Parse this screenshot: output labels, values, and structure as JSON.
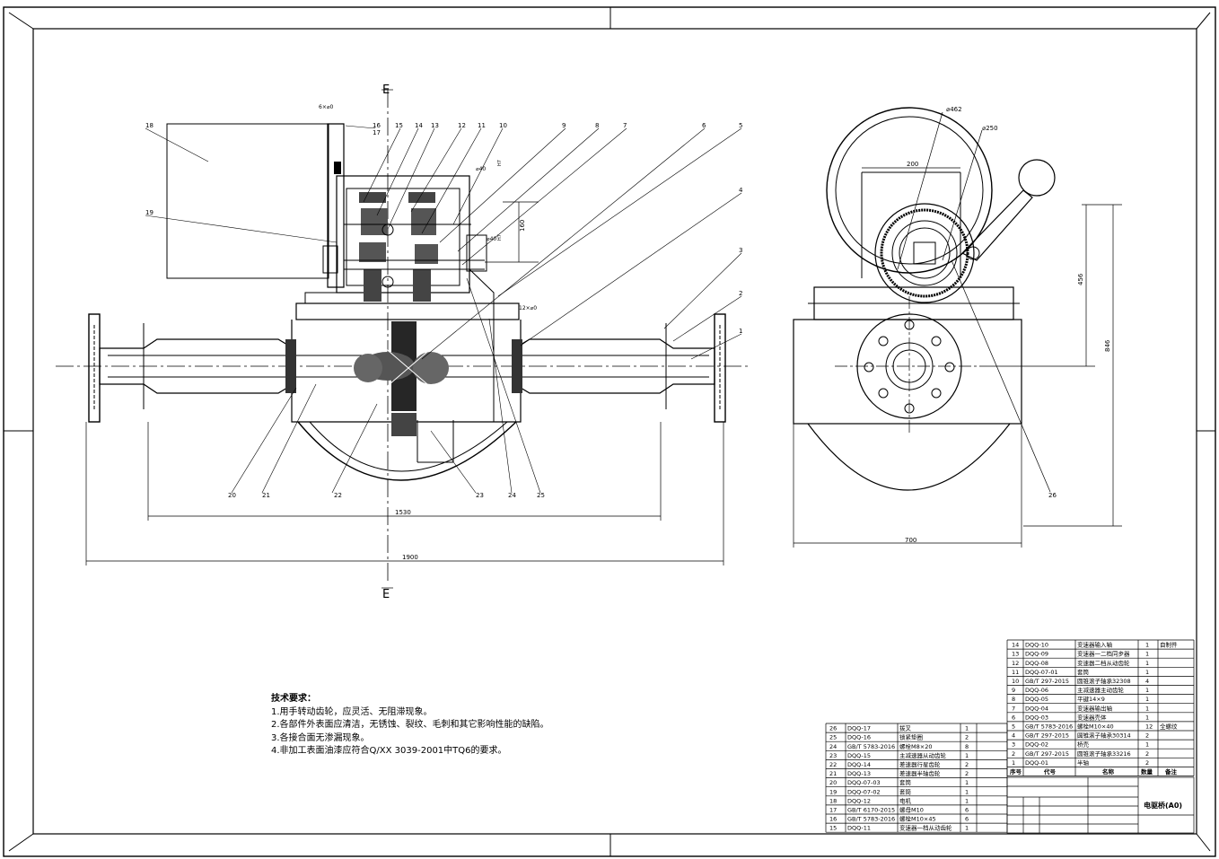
{
  "section_label": "E",
  "dimensions": {
    "overall_length": "1900",
    "axle_length": "1530",
    "width": "700",
    "height_total": "846",
    "height_axis": "456",
    "dia_drum_outer": "⌀462",
    "dia_drum_inner": "⌀250",
    "drum_width": "200",
    "shaft_spacing": "160",
    "dia_40_top": "⌀40",
    "dia_40_mid": "⌀40",
    "chamfer_top": "6×⌀0",
    "chamfer_mid": "12×⌀0",
    "fit_a": "H7",
    "fit_b": "H7"
  },
  "balloons_front": [
    "1",
    "2",
    "3",
    "4",
    "5",
    "6",
    "7",
    "8",
    "9",
    "10",
    "11",
    "12",
    "13",
    "14",
    "15",
    "16",
    "17",
    "18",
    "19",
    "20",
    "21",
    "22",
    "23",
    "24",
    "25"
  ],
  "balloons_side": [
    "26"
  ],
  "tech_notes": {
    "title": "技术要求：",
    "items": [
      "1.用手转动齿轮，应灵活、无阻滞现象。",
      "2.各部件外表面应清洁，无锈蚀、裂纹、毛刺和其它影响性能的缺陷。",
      "3.各接合面无渗漏现象。",
      "4.非加工表面油漆应符合Q/XX 3039-2001中TQ6的要求。"
    ]
  },
  "bom_right": [
    {
      "no": "14",
      "code": "DQQ-10",
      "name": "变速器输入轴",
      "qty": "1",
      "note": "自制件"
    },
    {
      "no": "13",
      "code": "DQQ-09",
      "name": "变速器一二档同步器",
      "qty": "1",
      "note": ""
    },
    {
      "no": "12",
      "code": "DQQ-08",
      "name": "变速器二档从动齿轮",
      "qty": "1",
      "note": ""
    },
    {
      "no": "11",
      "code": "DQQ-07-01",
      "name": "套筒",
      "qty": "1",
      "note": ""
    },
    {
      "no": "10",
      "code": "GB/T 297-2015",
      "name": "圆锥滚子轴承32308",
      "qty": "4",
      "note": ""
    },
    {
      "no": "9",
      "code": "DQQ-06",
      "name": "主减速器主动齿轮",
      "qty": "1",
      "note": ""
    },
    {
      "no": "8",
      "code": "DQQ-05",
      "name": "平键14×9",
      "qty": "1",
      "note": ""
    },
    {
      "no": "7",
      "code": "DQQ-04",
      "name": "变速器输出轴",
      "qty": "1",
      "note": ""
    },
    {
      "no": "6",
      "code": "DQQ-03",
      "name": "变速器壳体",
      "qty": "1",
      "note": ""
    },
    {
      "no": "5",
      "code": "GB/T 5783-2016",
      "name": "螺栓M10×40",
      "qty": "12",
      "note": "全螺纹"
    },
    {
      "no": "4",
      "code": "GB/T 297-2015",
      "name": "圆锥滚子轴承30314",
      "qty": "2",
      "note": ""
    },
    {
      "no": "3",
      "code": "DQQ-02",
      "name": "桥壳",
      "qty": "1",
      "note": ""
    },
    {
      "no": "2",
      "code": "GB/T 297-2015",
      "name": "圆锥滚子轴承33216",
      "qty": "2",
      "note": ""
    },
    {
      "no": "1",
      "code": "DQQ-01",
      "name": "半轴",
      "qty": "2",
      "note": ""
    }
  ],
  "bom_header": {
    "no": "序号",
    "code": "代号",
    "name": "名称",
    "qty": "数量",
    "note": "备注"
  },
  "bom_left": [
    {
      "no": "26",
      "code": "DQQ-17",
      "name": "拨叉",
      "qty": "1",
      "note": ""
    },
    {
      "no": "25",
      "code": "DQQ-16",
      "name": "锁紧垫圈",
      "qty": "2",
      "note": ""
    },
    {
      "no": "24",
      "code": "GB/T 5783-2016",
      "name": "螺栓M8×20",
      "qty": "8",
      "note": ""
    },
    {
      "no": "23",
      "code": "DQQ-15",
      "name": "主减速器从动齿轮",
      "qty": "1",
      "note": ""
    },
    {
      "no": "22",
      "code": "DQQ-14",
      "name": "差速器行星齿轮",
      "qty": "2",
      "note": ""
    },
    {
      "no": "21",
      "code": "DQQ-13",
      "name": "差速器半轴齿轮",
      "qty": "2",
      "note": ""
    },
    {
      "no": "20",
      "code": "DQQ-07-03",
      "name": "套筒",
      "qty": "1",
      "note": ""
    },
    {
      "no": "19",
      "code": "DQQ-07-02",
      "name": "套筒",
      "qty": "1",
      "note": ""
    },
    {
      "no": "18",
      "code": "DQQ-12",
      "name": "电机",
      "qty": "1",
      "note": ""
    },
    {
      "no": "17",
      "code": "GB/T 6170-2015",
      "name": "螺母M10",
      "qty": "6",
      "note": ""
    },
    {
      "no": "16",
      "code": "GB/T 5783-2016",
      "name": "螺栓M10×45",
      "qty": "6",
      "note": ""
    },
    {
      "no": "15",
      "code": "DQQ-11",
      "name": "变速器一档从动齿轮",
      "qty": "1",
      "note": ""
    }
  ],
  "title_block": {
    "drawing_title": "电驱桥(A0)"
  }
}
